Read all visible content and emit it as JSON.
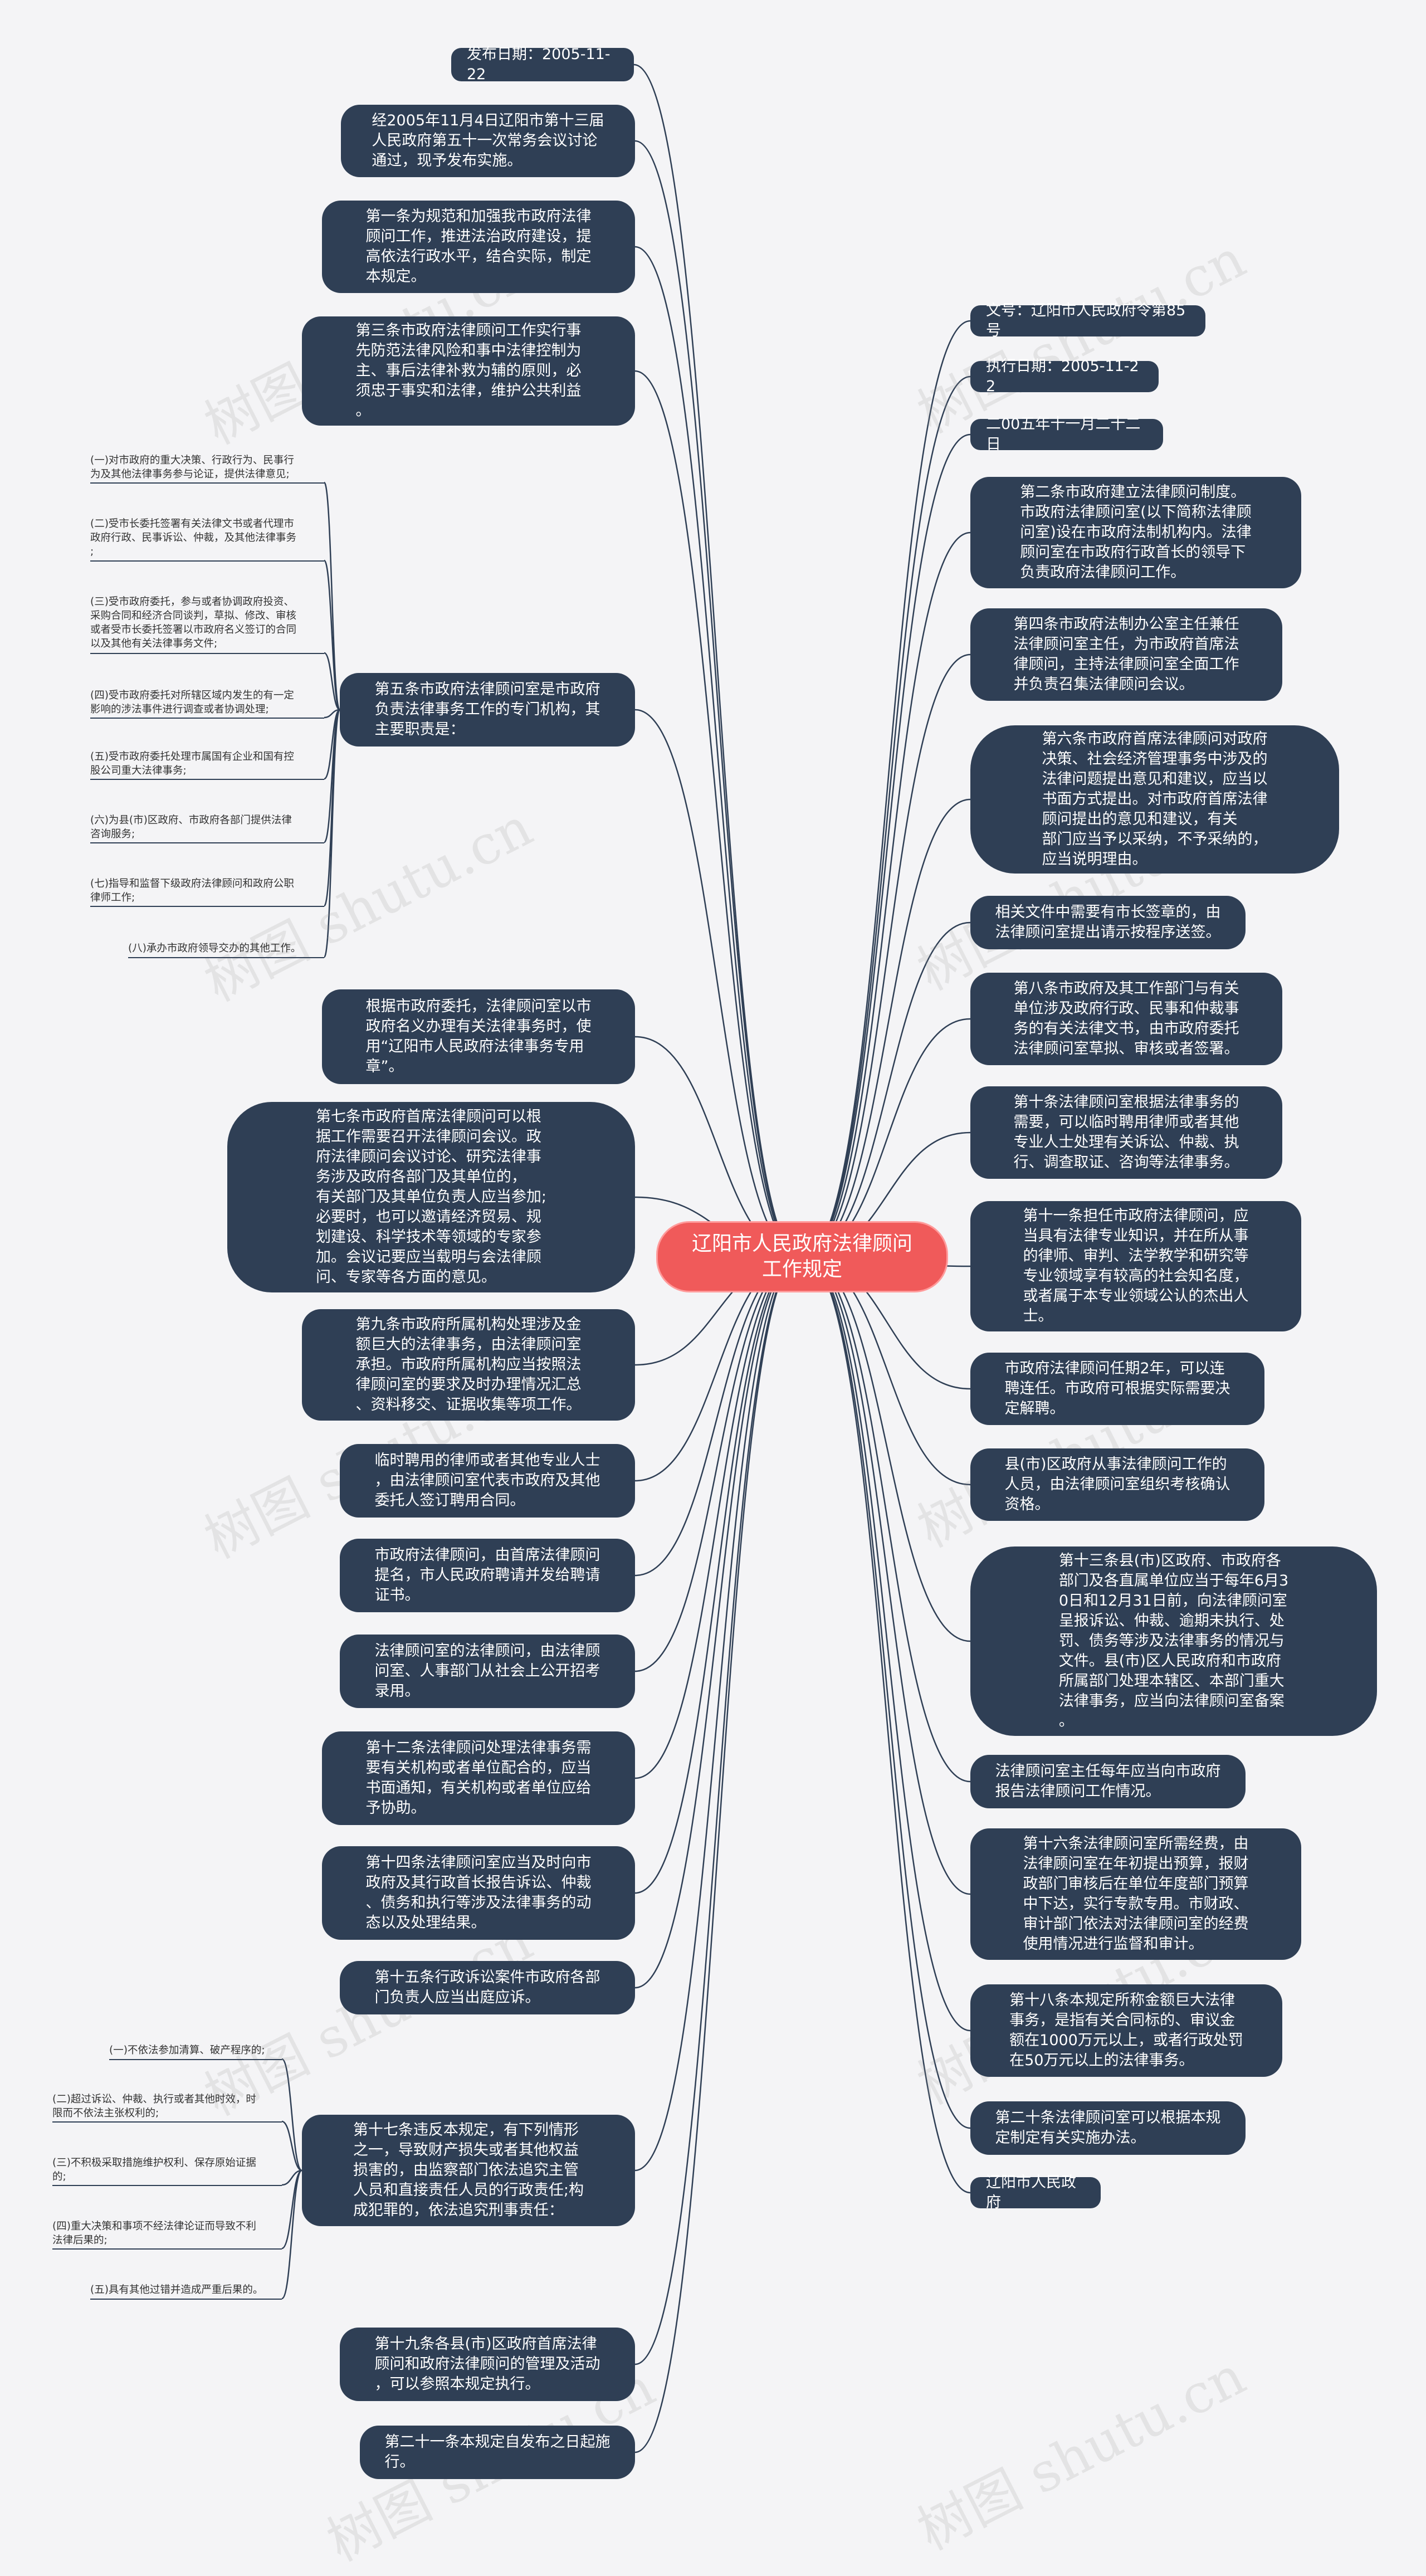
{
  "root": {
    "title": "辽阳市人民政府法律顾问\n工作规定"
  },
  "watermark": "树图 shutu.cn",
  "left_nodes": [
    {
      "id": "pubdate",
      "text": "发布日期：2005-11-22"
    },
    {
      "id": "adopted",
      "text": "经2005年11月4日辽阳市第十三届\n人民政府第五十一次常务会议讨论\n通过，现予发布实施。"
    },
    {
      "id": "art1",
      "text": "第一条为规范和加强我市政府法律\n顾问工作，推进法治政府建设，提\n高依法行政水平，结合实际，制定\n本规定。"
    },
    {
      "id": "art3",
      "text": "第三条市政府法律顾问工作实行事\n先防范法律风险和事中法律控制为\n主、事后法律补救为辅的原则，必\n须忠于事实和法律，维护公共利益\n。"
    },
    {
      "id": "art5",
      "text": "第五条市政府法律顾问室是市政府\n负责法律事务工作的专门机构，其\n主要职责是："
    },
    {
      "id": "seal",
      "text": "根据市政府委托，法律顾问室以市\n政府名义办理有关法律事务时，使\n用“辽阳市人民政府法律事务专用\n章”。"
    },
    {
      "id": "art7",
      "text": "第七条市政府首席法律顾问可以根\n据工作需要召开法律顾问会议。政\n府法律顾问会议讨论、研究法律事\n务涉及政府各部门及其单位的，\n有关部门及其单位负责人应当参加;\n必要时，也可以邀请经济贸易、规\n划建设、科学技术等领域的专家参\n加。会议记要应当载明与会法律顾\n问、专家等各方面的意见。"
    },
    {
      "id": "art9",
      "text": "第九条市政府所属机构处理涉及金\n额巨大的法律事务，由法律顾问室\n承担。市政府所属机构应当按照法\n律顾问室的要求及时办理情况汇总\n、资料移交、证据收集等项工作。"
    },
    {
      "id": "temp",
      "text": "临时聘用的律师或者其他专业人士\n，由法律顾问室代表市政府及其他\n委托人签订聘用合同。"
    },
    {
      "id": "appoint",
      "text": "市政府法律顾问，由首席法律顾问\n提名，市人民政府聘请并发给聘请\n证书。"
    },
    {
      "id": "recruit",
      "text": "法律顾问室的法律顾问，由法律顾\n问室、人事部门从社会上公开招考\n录用。"
    },
    {
      "id": "art12",
      "text": "第十二条法律顾问处理法律事务需\n要有关机构或者单位配合的，应当\n书面通知，有关机构或者单位应给\n予协助。"
    },
    {
      "id": "art14",
      "text": "第十四条法律顾问室应当及时向市\n政府及其行政首长报告诉讼、仲裁\n、债务和执行等涉及法律事务的动\n态以及处理结果。"
    },
    {
      "id": "art15",
      "text": "第十五条行政诉讼案件市政府各部\n门负责人应当出庭应诉。"
    },
    {
      "id": "art17",
      "text": "第十七条违反本规定，有下列情形\n之一，导致财产损失或者其他权益\n损害的，由监察部门依法追究主管\n人员和直接责任人员的行政责任;构\n成犯罪的，依法追究刑事责任："
    },
    {
      "id": "art19",
      "text": "第十九条各县(市)区政府首席法律\n顾问和政府法律顾问的管理及活动\n，可以参照本规定执行。"
    },
    {
      "id": "art21",
      "text": "第二十一条本规定自发布之日起施\n行。"
    }
  ],
  "right_nodes": [
    {
      "id": "docno",
      "text": "文号：辽阳市人民政府令第85号"
    },
    {
      "id": "execdate",
      "text": "执行日期：2005-11-22"
    },
    {
      "id": "cndate",
      "text": "二00五年十一月二十二日"
    },
    {
      "id": "art2",
      "text": "第二条市政府建立法律顾问制度。\n市政府法律顾问室(以下简称法律顾\n问室)设在市政府法制机构内。法律\n顾问室在市政府行政首长的领导下\n负责政府法律顾问工作。"
    },
    {
      "id": "art4",
      "text": "第四条市政府法制办公室主任兼任\n法律顾问室主任，为市政府首席法\n律顾问，主持法律顾问室全面工作\n并负责召集法律顾问会议。"
    },
    {
      "id": "art6",
      "text": "第六条市政府首席法律顾问对政府\n决策、社会经济管理事务中涉及的\n法律问题提出意见和建议，应当以\n书面方式提出。对市政府首席法律\n顾问提出的意见和建议，有关\n部门应当予以采纳，不予采纳的，\n应当说明理由。"
    },
    {
      "id": "sign",
      "text": "相关文件中需要有市长签章的，由\n法律顾问室提出请示按程序送签。"
    },
    {
      "id": "art8",
      "text": "第八条市政府及其工作部门与有关\n单位涉及政府行政、民事和仲裁事\n务的有关法律文书，由市政府委托\n法律顾问室草拟、审核或者签署。"
    },
    {
      "id": "art10",
      "text": "第十条法律顾问室根据法律事务的\n需要，可以临时聘用律师或者其他\n专业人士处理有关诉讼、仲裁、执\n行、调查取证、咨询等法律事务。"
    },
    {
      "id": "art11",
      "text": "第十一条担任市政府法律顾问，应\n当具有法律专业知识，并在所从事\n的律师、审判、法学教学和研究等\n专业领域享有较高的社会知名度，\n或者属于本专业领域公认的杰出人\n士。"
    },
    {
      "id": "term",
      "text": "市政府法律顾问任期2年，可以连\n聘连任。市政府可根据实际需要决\n定解聘。"
    },
    {
      "id": "county",
      "text": "县(市)区政府从事法律顾问工作的\n人员，由法律顾问室组织考核确认\n资格。"
    },
    {
      "id": "art13",
      "text": "第十三条县(市)区政府、市政府各\n部门及各直属单位应当于每年6月3\n0日和12月31日前，向法律顾问室\n呈报诉讼、仲裁、逾期未执行、处\n罚、债务等涉及法律事务的情况与\n文件。县(市)区人民政府和市政府\n所属部门处理本辖区、本部门重大\n法律事务，应当向法律顾问室备案\n。"
    },
    {
      "id": "report",
      "text": "法律顾问室主任每年应当向市政府\n报告法律顾问工作情况。"
    },
    {
      "id": "art16",
      "text": "第十六条法律顾问室所需经费，由\n法律顾问室在年初提出预算，报财\n政部门审核后在单位年度部门预算\n中下达，实行专款专用。市财政、\n审计部门依法对法律顾问室的经费\n使用情况进行监督和审计。"
    },
    {
      "id": "art18",
      "text": "第十八条本规定所称金额巨大法律\n事务，是指有关合同标的、审议金\n额在1000万元以上，或者行政处罚\n在50万元以上的法律事务。"
    },
    {
      "id": "art20",
      "text": "第二十条法律顾问室可以根据本规\n定制定有关实施办法。"
    },
    {
      "id": "issuer",
      "text": "辽阳市人民政府"
    }
  ],
  "art5_items": [
    "(一)对市政府的重大决策、行政行为、民事行\n为及其他法律事务参与论证，提供法律意见;",
    "(二)受市长委托签署有关法律文书或者代理市\n政府行政、民事诉讼、仲裁，及其他法律事务\n;",
    "(三)受市政府委托，参与或者协调政府投资、\n采购合同和经济合同谈判，草拟、修改、审核\n或者受市长委托签署以市政府名义签订的合同\n以及其他有关法律事务文件;",
    "(四)受市政府委托对所辖区域内发生的有一定\n影响的涉法事件进行调查或者协调处理;",
    "(五)受市政府委托处理市属国有企业和国有控\n股公司重大法律事务;",
    "(六)为县(市)区政府、市政府各部门提供法律\n咨询服务;",
    "(七)指导和监督下级政府法律顾问和政府公职\n律师工作;",
    "(八)承办市政府领导交办的其他工作。"
  ],
  "art17_items": [
    "(一)不依法参加清算、破产程序的;",
    "(二)超过诉讼、仲裁、执行或者其他时效，时\n限而不依法主张权利的;",
    "(三)不积极采取措施维护权利、保存原始证据\n的;",
    "(四)重大决策和事项不经法律论证而导致不利\n法律后果的;",
    "(五)具有其他过错并造成严重后果的。"
  ],
  "colors": {
    "node": "#2f3f55",
    "root": "#f05a5a",
    "link": "#2f3f55",
    "background": "#f4f4f6"
  }
}
